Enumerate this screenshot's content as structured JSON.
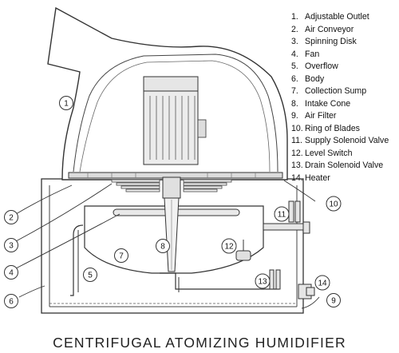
{
  "title": "CENTRIFUGAL ATOMIZING HUMIDIFIER",
  "legend": [
    {
      "num": "1.",
      "label": "Adjustable Outlet"
    },
    {
      "num": "2.",
      "label": "Air Conveyor"
    },
    {
      "num": "3.",
      "label": "Spinning Disk"
    },
    {
      "num": "4.",
      "label": "Fan"
    },
    {
      "num": "5.",
      "label": "Overflow"
    },
    {
      "num": "6.",
      "label": "Body"
    },
    {
      "num": "7.",
      "label": "Collection Sump"
    },
    {
      "num": "8.",
      "label": "Intake Cone"
    },
    {
      "num": "9.",
      "label": "Air Filter"
    },
    {
      "num": "10.",
      "label": "Ring of Blades"
    },
    {
      "num": "11.",
      "label": "Supply Solenoid Valve"
    },
    {
      "num": "12.",
      "label": "Level Switch"
    },
    {
      "num": "13.",
      "label": "Drain Solenoid Valve"
    },
    {
      "num": "14.",
      "label": "Heater"
    }
  ],
  "callouts": [
    "1",
    "2",
    "3",
    "4",
    "5",
    "6",
    "7",
    "8",
    "9",
    "10",
    "11",
    "12",
    "13",
    "14"
  ]
}
